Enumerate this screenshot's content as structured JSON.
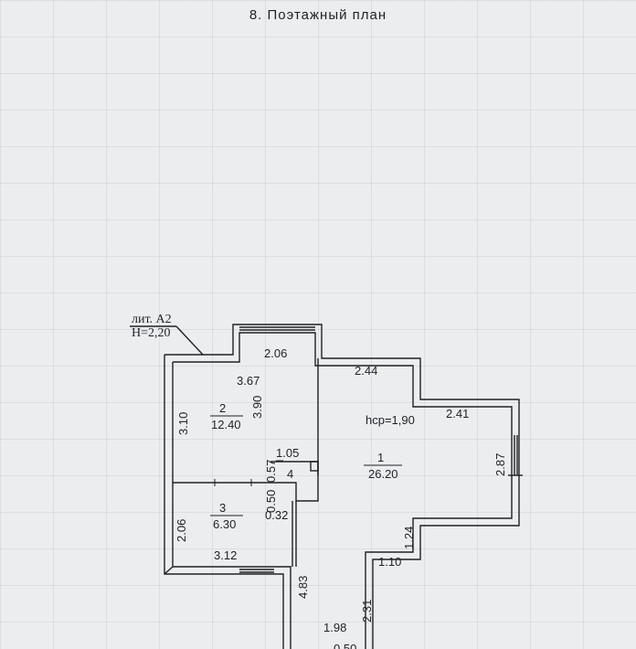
{
  "page": {
    "title": "8.  Поэтажный  план"
  },
  "plan": {
    "building_label": "лит. А2",
    "height_label": "H=2,20",
    "rooms": [
      {
        "number": "1",
        "area": "26.20",
        "height_note": "hср=1,90"
      },
      {
        "number": "2",
        "area": "12.40"
      },
      {
        "number": "3",
        "area": "6.30"
      },
      {
        "number": "4"
      }
    ],
    "dimensions": {
      "room2_top": "2.06",
      "room2_inner_width": "3.67",
      "room2_depth": "3.90",
      "left_wall_upper": "3.10",
      "room4_width": "1.05",
      "room4_height": "0.57",
      "room3_side": "0.50",
      "room3_small": "0.32",
      "left_wall_lower": "2.06",
      "room3_bottom": "3.12",
      "corridor_length": "4.83",
      "room1_top": "2.44",
      "room1_right_top": "2.41",
      "room1_right_side": "2.87",
      "room1_step": "1.24",
      "room1_bottom": "1.10",
      "room1_lower_side": "2.31",
      "room1_lower_width": "1.98",
      "bottom_partial": "0.50"
    }
  }
}
